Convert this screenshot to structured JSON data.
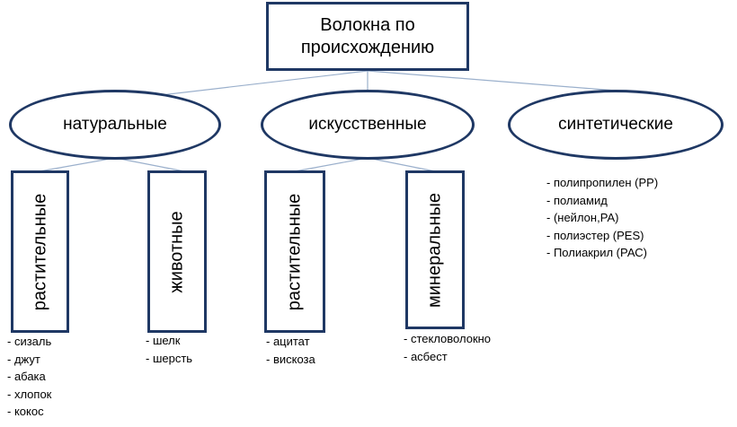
{
  "root": {
    "line1": "Волокна по",
    "line2": "происхождению"
  },
  "categories": {
    "natural": "натуральные",
    "artificial": "искусственные",
    "synthetic": "синтетические"
  },
  "subcategories": {
    "natural_plant": "растительные",
    "natural_animal": "животные",
    "artificial_plant": "растительные",
    "artificial_mineral": "минеральные"
  },
  "examples": {
    "natural_plant": [
      "- сизаль",
      "- джут",
      "- абака",
      "- хлопок",
      "- кокос"
    ],
    "natural_animal": [
      "- шелк",
      "- шерсть"
    ],
    "artificial_plant": [
      "- ацитат",
      "- вискоза"
    ],
    "artificial_mineral": [
      "- стекловолокно",
      "- асбест"
    ],
    "synthetic": [
      "- полипропилен (РР)",
      "- полиамид",
      "- (нейлон,РА)",
      "- полиэстер (PES)",
      "- Полиакрил (РАС)"
    ]
  },
  "colors": {
    "border": "#1f3864",
    "connector": "#9bb0cc"
  }
}
